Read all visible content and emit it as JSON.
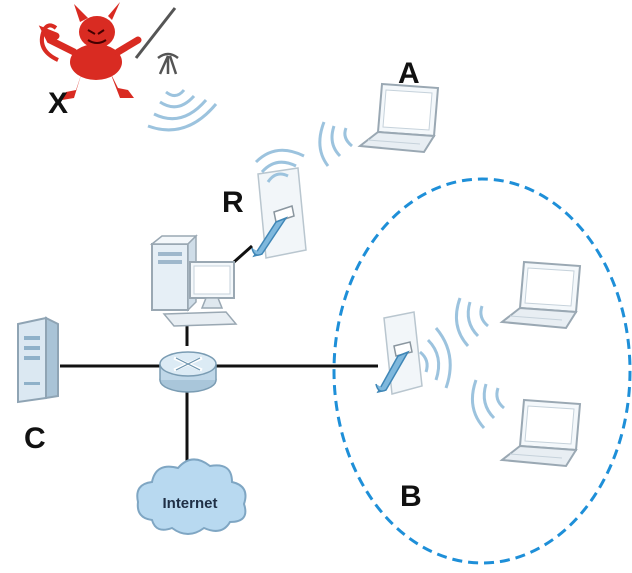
{
  "labels": {
    "attacker": "X",
    "laptop_a": "A",
    "repeater": "R",
    "server": "C",
    "wlan": "B"
  },
  "cloud": {
    "text": "Internet"
  },
  "colors": {
    "devil": "#d92b22",
    "wave": "#9cc3de",
    "dashed_circle": "#1e8fd8",
    "wire": "#111111",
    "router": "#bfd7e8",
    "cloud": "#b8d9f0",
    "device_body": "#e6eff6"
  },
  "icons": [
    "devil-icon",
    "laptop-icon",
    "access-point-icon",
    "desktop-icon",
    "server-icon",
    "router-icon",
    "cloud-icon",
    "wifi-wave-icon"
  ]
}
